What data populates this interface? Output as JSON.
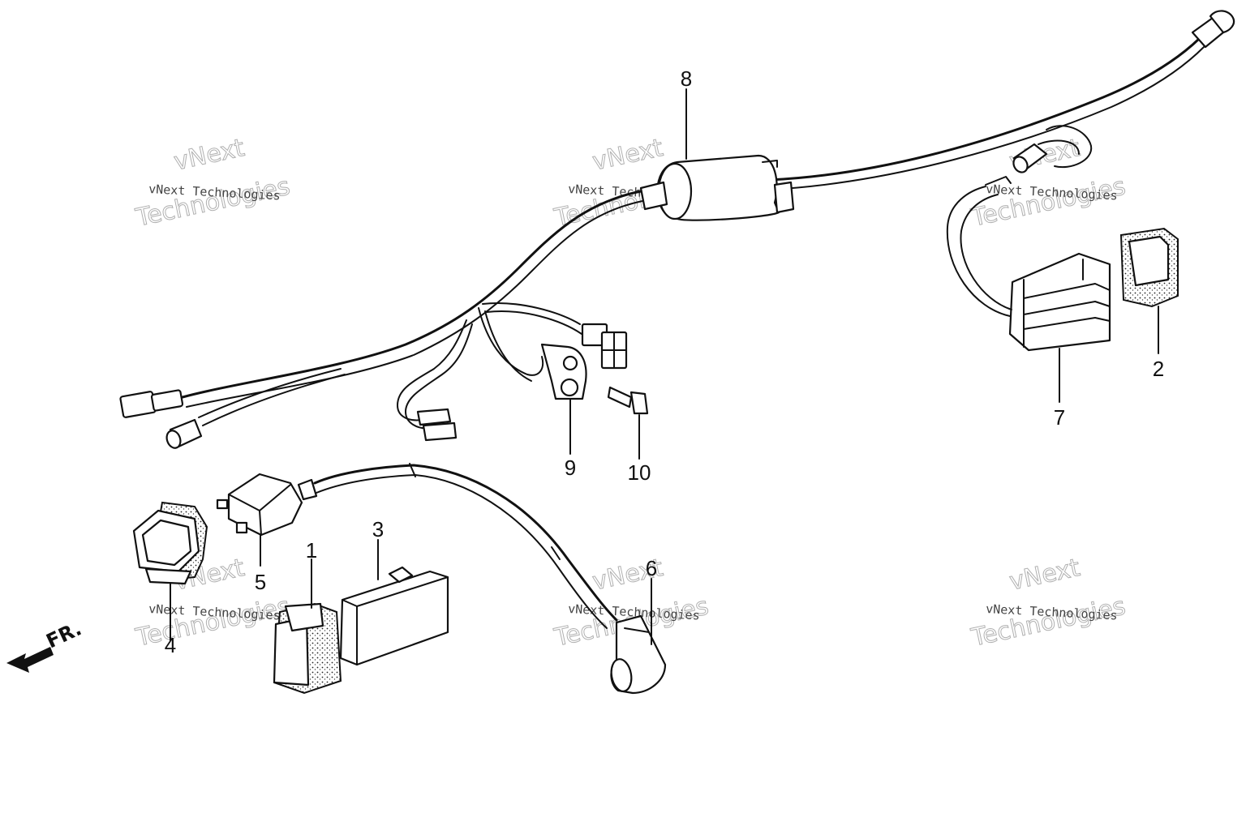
{
  "callouts": [
    "1",
    "2",
    "3",
    "4",
    "5",
    "6",
    "7",
    "8",
    "9",
    "10"
  ],
  "direction_marker": {
    "label": "FR."
  },
  "watermark": {
    "line1": "vNext",
    "line2": "Technologies",
    "full": "vNext Technologies"
  }
}
